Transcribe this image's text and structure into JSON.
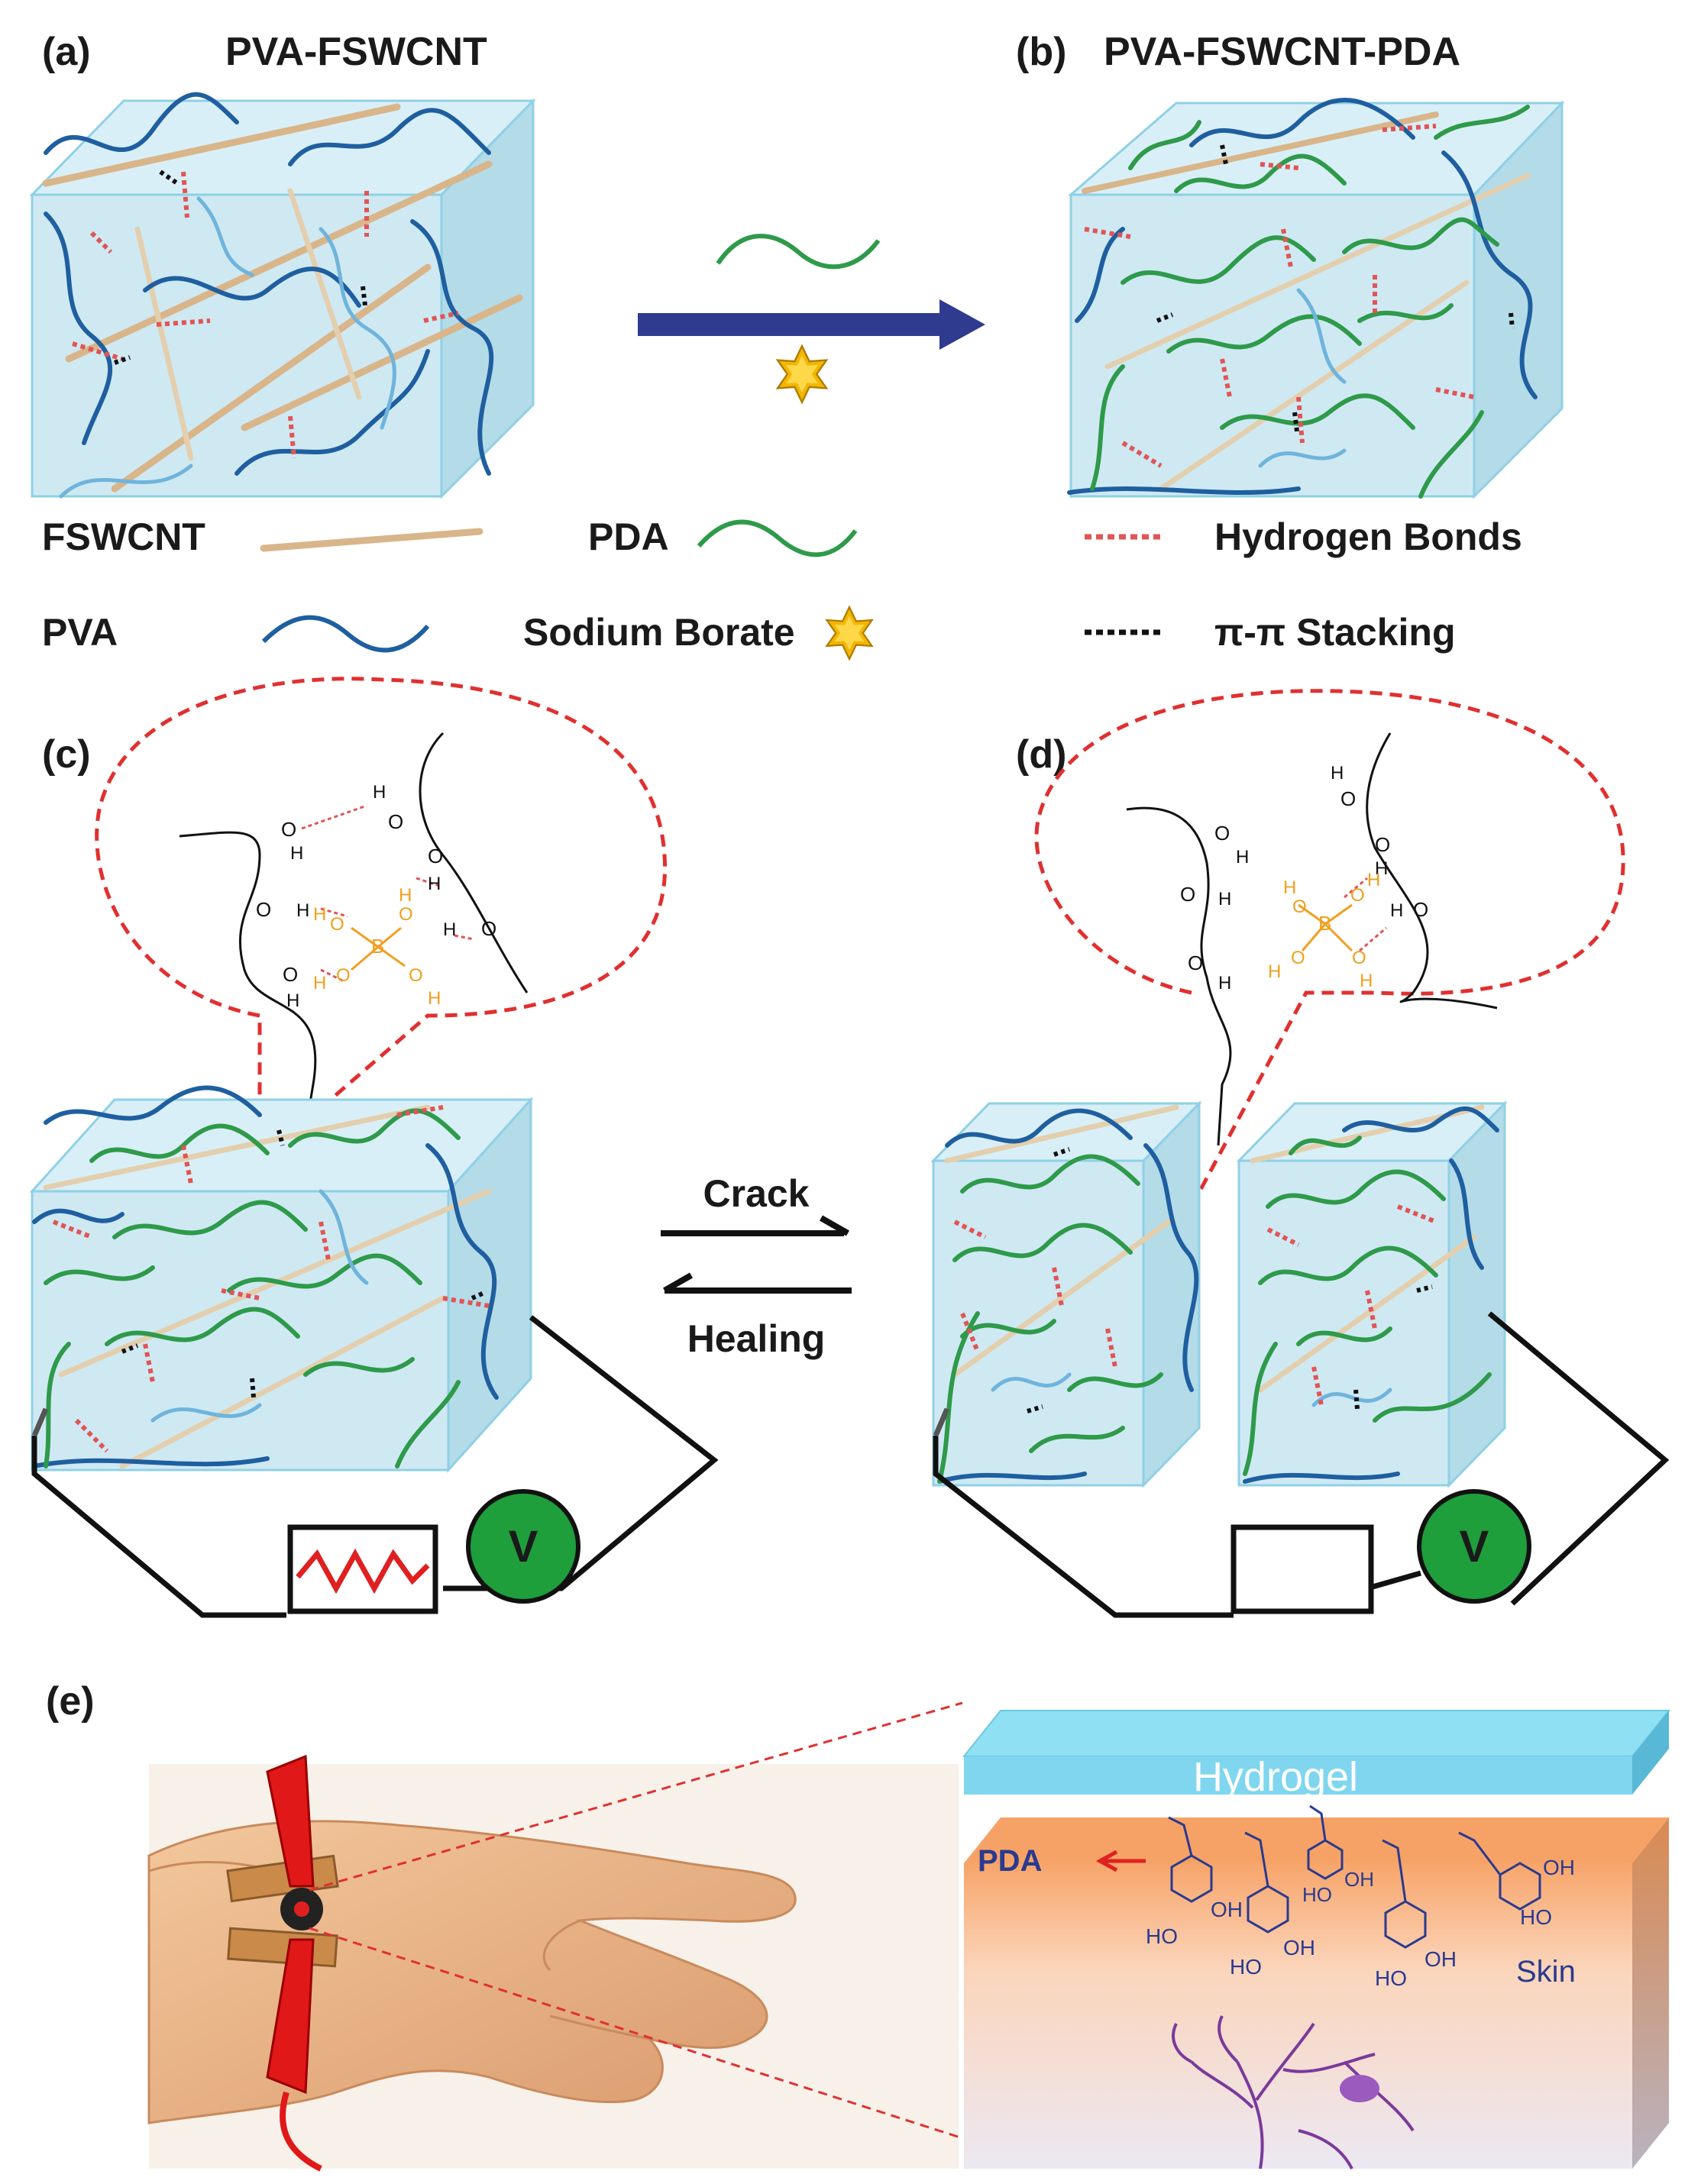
{
  "panels": {
    "a": {
      "label": "(a)",
      "title": "PVA-FSWCNT"
    },
    "b": {
      "label": "(b)",
      "title": "PVA-FSWCNT-PDA"
    },
    "c": {
      "label": "(c)"
    },
    "d": {
      "label": "(d)"
    },
    "e": {
      "label": "(e)"
    }
  },
  "legend": {
    "fswcnt": "FSWCNT",
    "pda": "PDA",
    "hbonds": "Hydrogen Bonds",
    "pva": "PVA",
    "borate": "Sodium Borate",
    "stacking": "π-π Stacking"
  },
  "process": {
    "crack": "Crack",
    "healing": "Healing"
  },
  "circuit": {
    "meter": "V"
  },
  "chem": {
    "h": "H",
    "o": "O",
    "b": "B",
    "oh": "OH",
    "ho": "HO"
  },
  "skin_panel": {
    "hydrogel": "Hydrogel",
    "pda": "PDA",
    "skin": "Skin"
  },
  "colors": {
    "pva": "#1f5fa0",
    "pva_light": "#6fb4dc",
    "pda": "#2e9a4a",
    "fswcnt": "#d9b58a",
    "hbond": "#e05555",
    "stacking": "#111111",
    "borate": "#f0b000",
    "cube_fill": "#cfe9f3",
    "meter": "#1f9e3c",
    "callout": "#e03030"
  }
}
